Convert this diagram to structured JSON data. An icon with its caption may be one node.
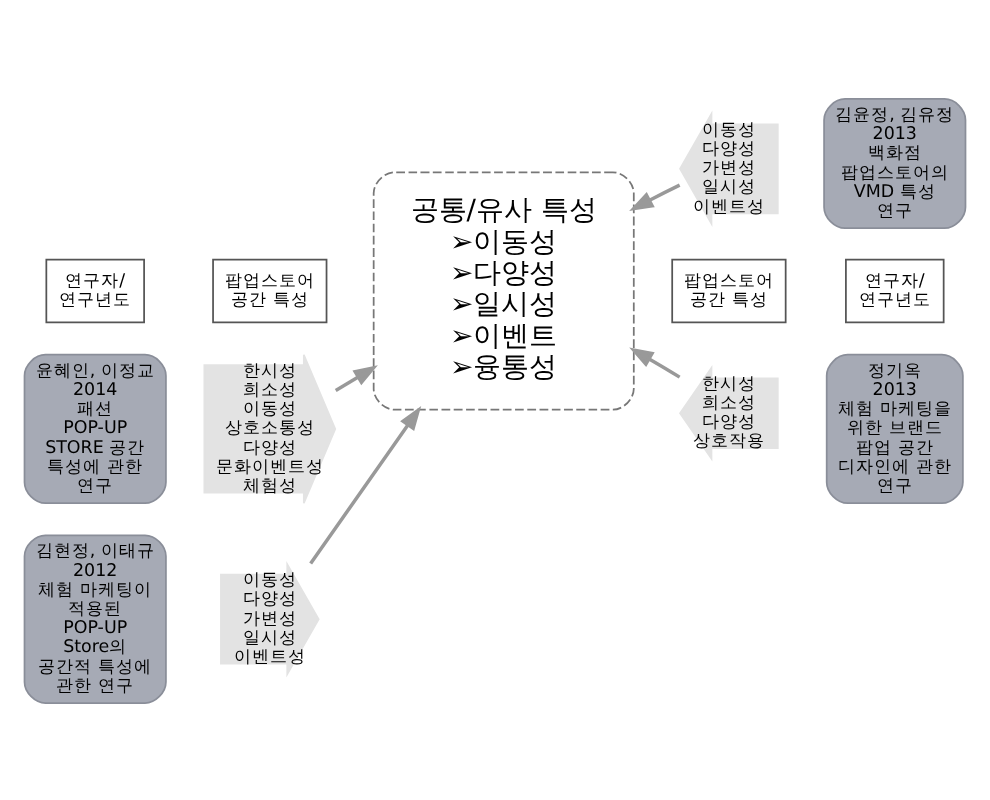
{
  "diagram": {
    "nodes": [
      {
        "text": [
          "연구자/ 연구년도"
        ]
      },
      {
        "text": [
          "팝업스토어 공간 특성"
        ]
      },
      {
        "text": [
          "팝업스토어 공간 특성"
        ]
      },
      {
        "text": [
          "연구자/ 연구년도"
        ]
      },
      {
        "text": [
          "윤혜인, 이정교",
          "2014",
          "패션 POP-UP STORE 공간 특성에 관한 연구"
        ]
      },
      {
        "text": [
          "한시성",
          "희소성",
          "이동성",
          "상호소통성",
          "다양성",
          "문화이벤트성",
          "체험성"
        ]
      },
      {
        "text": [
          "김윤정, 김유정",
          "2013",
          "백화점 팝업스토어의 VMD 특성 연구"
        ]
      },
      {
        "text": [
          "이동성",
          "다양성",
          "가변성",
          "일시성",
          "이벤트성"
        ]
      },
      {
        "text": [
          "공통/유사 특성",
          "➢이동성",
          "➢다양성",
          "➢일시성",
          "➢이벤트",
          "➢융통성"
        ]
      },
      {
        "text": [
          "김현정, 이태규",
          "2012",
          "체험 마케팅이 적용된 POP-UP Store의 공간적 특성에 관한 연구"
        ]
      },
      {
        "text": [
          "이동성",
          "다양성",
          "가변성",
          "일시성",
          "이벤트성"
        ]
      },
      {
        "text": [
          "정기옥",
          "2013",
          "체험 마케팅을 위한 브랜드 팝업 공간 디자인에 관한 연구"
        ]
      },
      {
        "text": [
          "한시성",
          "희소성",
          "다양성",
          "상호작용"
        ]
      }
    ],
    "edges": [
      {
        "from": 5,
        "to": 8,
        "arrow": "to"
      },
      {
        "from": 7,
        "to": 8,
        "arrow": "to"
      },
      {
        "from": 10,
        "to": 8,
        "arrow": "to"
      },
      {
        "from": 12,
        "to": 8,
        "arrow": "to"
      }
    ]
  }
}
